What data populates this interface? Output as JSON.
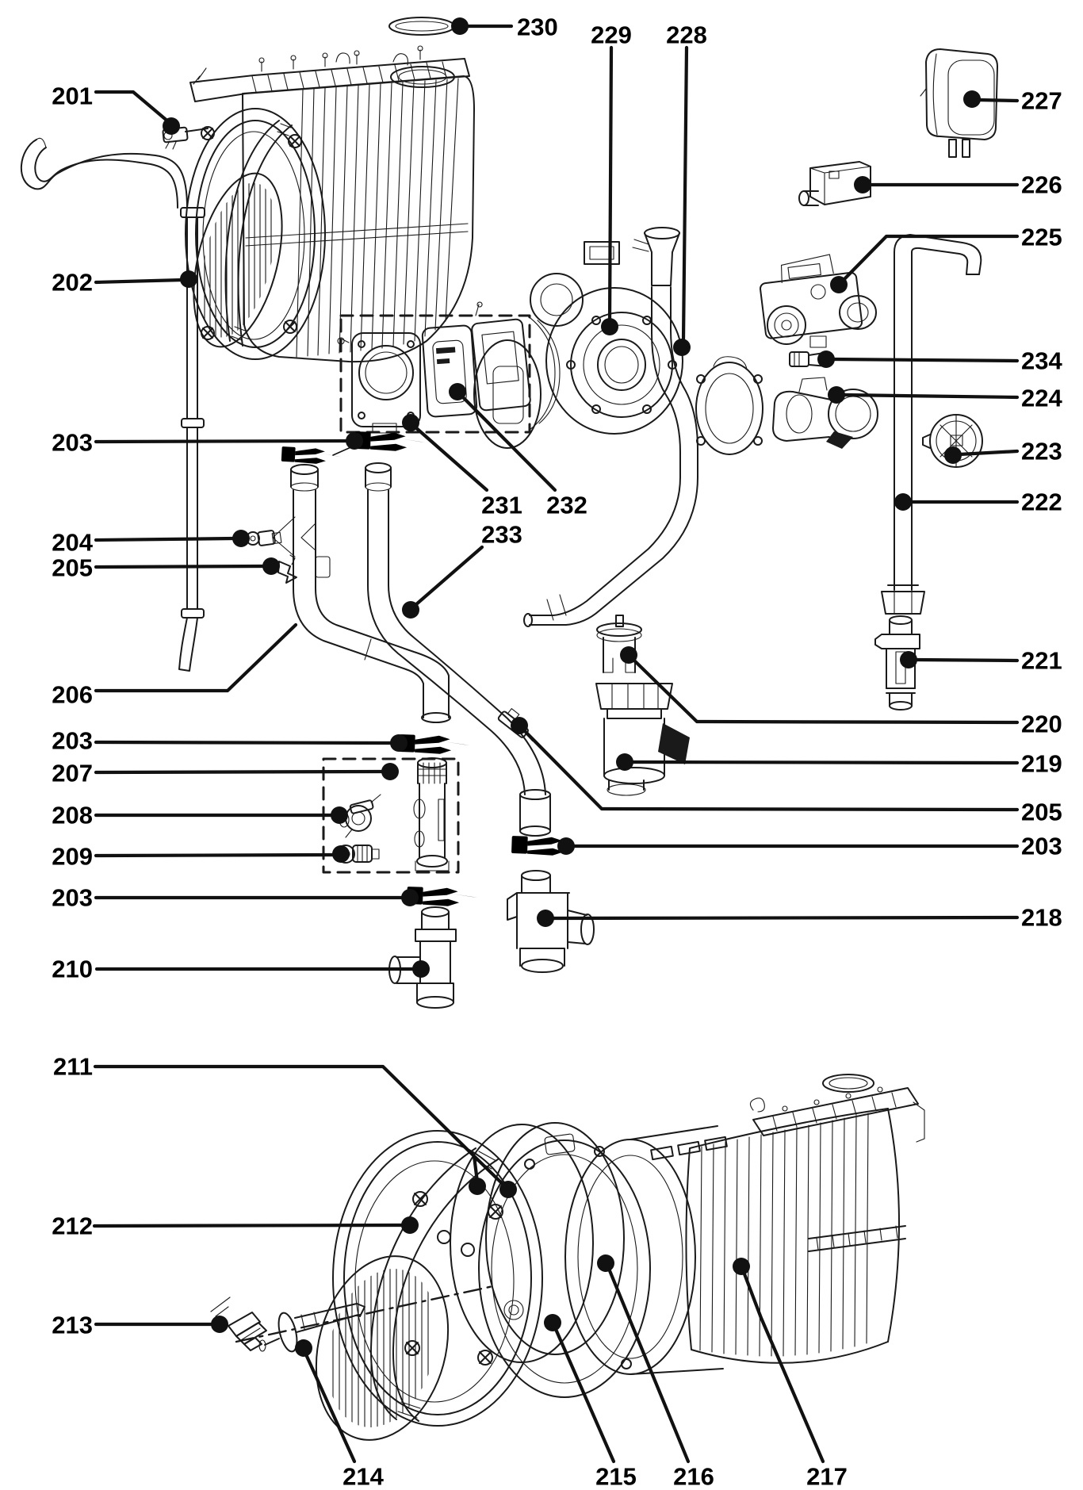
{
  "diagram": {
    "type": "exploded-parts-diagram",
    "background": "#ffffff",
    "line_color": "#1a1a1a",
    "label_color": "#000000"
  },
  "callouts": [
    {
      "label": "201"
    },
    {
      "label": "202"
    },
    {
      "label": "203"
    },
    {
      "label": "204"
    },
    {
      "label": "205"
    },
    {
      "label": "206"
    },
    {
      "label": "203"
    },
    {
      "label": "207"
    },
    {
      "label": "208"
    },
    {
      "label": "209"
    },
    {
      "label": "203"
    },
    {
      "label": "210"
    },
    {
      "label": "211"
    },
    {
      "label": "212"
    },
    {
      "label": "213"
    },
    {
      "label": "230"
    },
    {
      "label": "229"
    },
    {
      "label": "228"
    },
    {
      "label": "227"
    },
    {
      "label": "226"
    },
    {
      "label": "225"
    },
    {
      "label": "234"
    },
    {
      "label": "224"
    },
    {
      "label": "223"
    },
    {
      "label": "222"
    },
    {
      "label": "221"
    },
    {
      "label": "220"
    },
    {
      "label": "219"
    },
    {
      "label": "205"
    },
    {
      "label": "203"
    },
    {
      "label": "218"
    },
    {
      "label": "231"
    },
    {
      "label": "232"
    },
    {
      "label": "233"
    },
    {
      "label": "214"
    },
    {
      "label": "215"
    },
    {
      "label": "216"
    },
    {
      "label": "217"
    }
  ]
}
